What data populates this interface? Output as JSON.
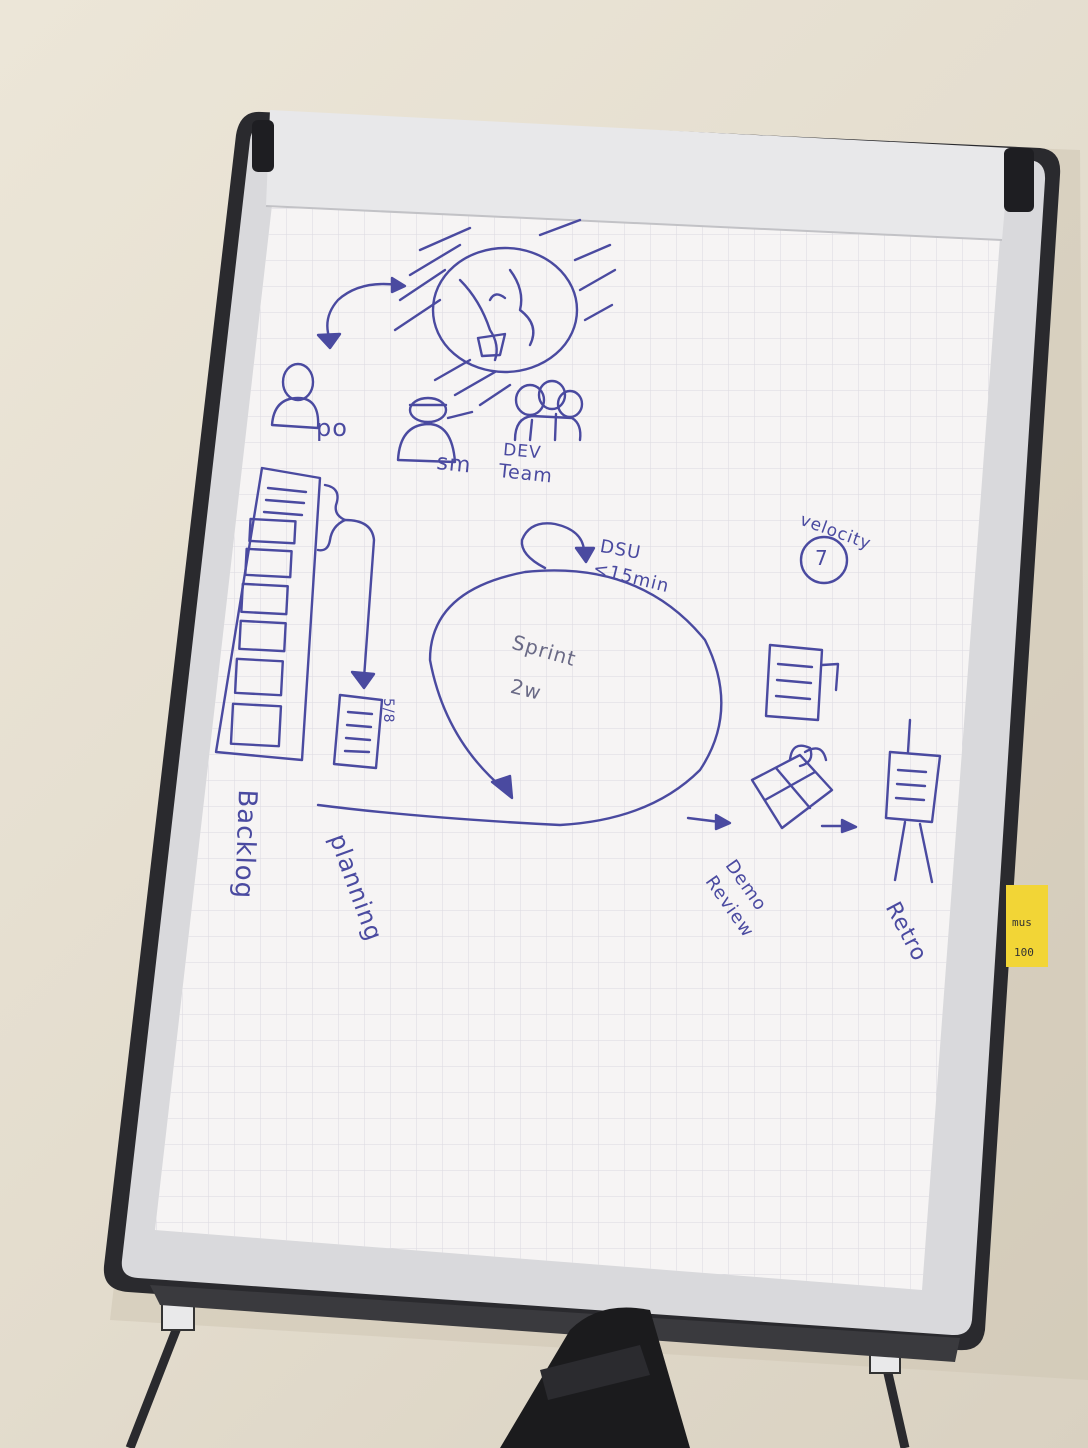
{
  "board": {
    "labels": {
      "po": "po",
      "sm": "sm",
      "dev": "DEV",
      "team": "Team",
      "dsu": "DSU",
      "dsu_time": "<15min",
      "velocity": "velocity",
      "velocity_value": "7",
      "sprint": "Sprint",
      "sprint_length": "2w",
      "points_count": "5/8",
      "backlog": "Backlog",
      "planning": "planning",
      "demo": "Demo",
      "review": "Review",
      "retro": "Retro"
    },
    "sticky_note": {
      "line1": "mus",
      "line2": "100"
    }
  },
  "colors": {
    "ink": "#4a4aa0",
    "paper": "#f6f4f4",
    "frame": "#2a2a2e",
    "sticky": "#f2d536",
    "wall": "#e6dfd1"
  }
}
